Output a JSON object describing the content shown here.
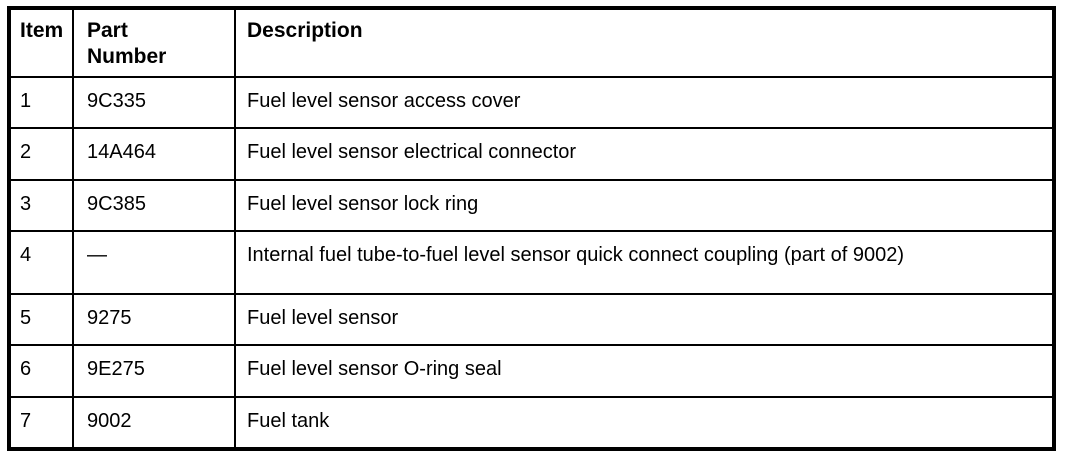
{
  "document": {
    "type": "parts-reference-table",
    "background_color": "#ffffff",
    "text_color": "#000000",
    "border_color": "#000000"
  },
  "table": {
    "columns": [
      {
        "key": "item",
        "label": "Item"
      },
      {
        "key": "part_number",
        "label": "Part\nNumber"
      },
      {
        "key": "description",
        "label": "Description"
      }
    ],
    "rows": [
      {
        "item": "1",
        "part_number": "9C335",
        "description": "Fuel level sensor access cover"
      },
      {
        "item": "2",
        "part_number": "14A464",
        "description": "Fuel level sensor electrical connector"
      },
      {
        "item": "3",
        "part_number": "9C385",
        "description": "Fuel level sensor lock ring"
      },
      {
        "item": "4",
        "part_number": "—",
        "description": "Internal fuel tube-to-fuel level sensor quick connect coupling (part of 9002)"
      },
      {
        "item": "5",
        "part_number": "9275",
        "description": "Fuel level sensor"
      },
      {
        "item": "6",
        "part_number": "9E275",
        "description": "Fuel level sensor O-ring seal"
      },
      {
        "item": "7",
        "part_number": "9002",
        "description": "Fuel tank"
      }
    ]
  }
}
